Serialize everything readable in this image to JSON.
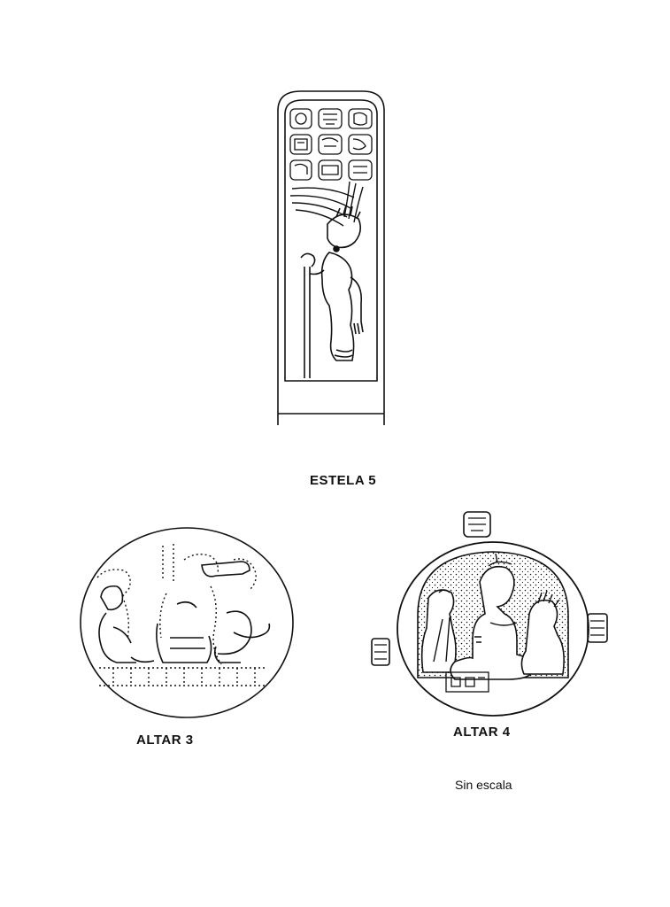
{
  "figures": {
    "stela": {
      "caption": "ESTELA 5"
    },
    "altar3": {
      "caption": "ALTAR 3"
    },
    "altar4": {
      "caption": "ALTAR 4"
    }
  },
  "scale_note": "Sin escala",
  "colors": {
    "ink": "#111111",
    "paper": "#ffffff"
  }
}
